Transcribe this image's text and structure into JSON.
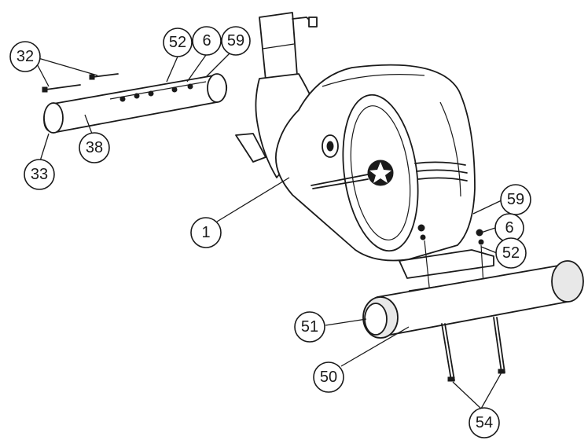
{
  "callouts": [
    {
      "id": "c32",
      "label": "32"
    },
    {
      "id": "c52a",
      "label": "52"
    },
    {
      "id": "c6a",
      "label": "6"
    },
    {
      "id": "c59a",
      "label": "59"
    },
    {
      "id": "c38",
      "label": "38"
    },
    {
      "id": "c33",
      "label": "33"
    },
    {
      "id": "c1",
      "label": "1"
    },
    {
      "id": "c59b",
      "label": "59"
    },
    {
      "id": "c6b",
      "label": "6"
    },
    {
      "id": "c52b",
      "label": "52"
    },
    {
      "id": "c51",
      "label": "51"
    },
    {
      "id": "c50",
      "label": "50"
    },
    {
      "id": "c54",
      "label": "54"
    }
  ]
}
